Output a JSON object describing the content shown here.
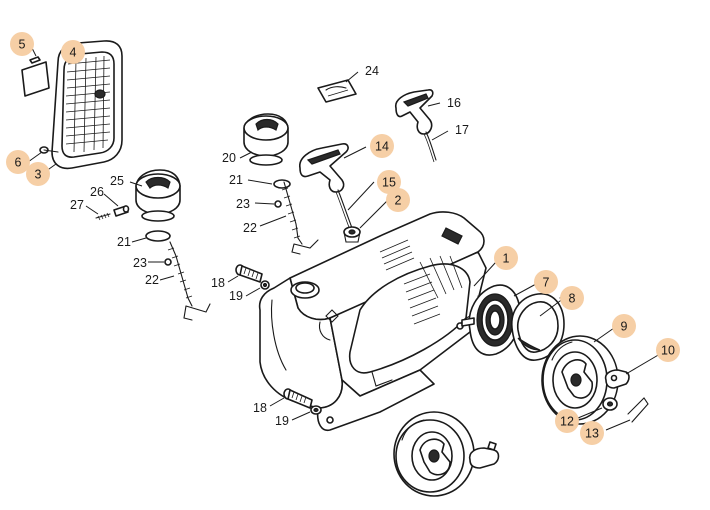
{
  "highlight_color": "#f6cfa6",
  "line_color": "#1a1a1a",
  "callouts": {
    "c1": "1",
    "c2": "2",
    "c3": "3",
    "c4": "4",
    "c5": "5",
    "c6": "6",
    "c7": "7",
    "c8": "8",
    "c9": "9",
    "c10": "10",
    "c12": "12",
    "c13": "13",
    "c14": "14",
    "c15": "15",
    "c16": "16",
    "c17": "17",
    "c18a": "18",
    "c18b": "18",
    "c19a": "19",
    "c19b": "19",
    "c20": "20",
    "c21a": "21",
    "c21b": "21",
    "c22a": "22",
    "c22b": "22",
    "c23a": "23",
    "c23b": "23",
    "c24": "24",
    "c25": "25",
    "c26": "26",
    "c27": "27"
  }
}
